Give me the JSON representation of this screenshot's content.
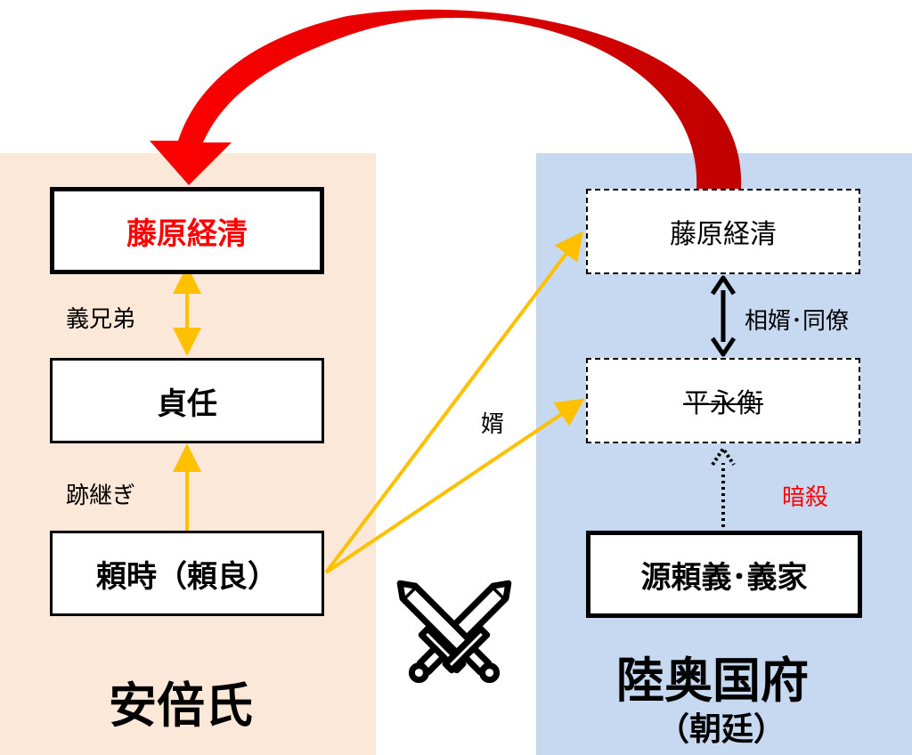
{
  "colors": {
    "left_panel_bg": "#fce8d9",
    "right_panel_bg": "#c6d9f0",
    "arrow_orange": "#ffc000",
    "arrow_red": "#ff0000",
    "arrow_red_dark": "#c00000",
    "highlight_red": "#ff0000",
    "border": "#000000"
  },
  "left": {
    "clan_name": "安倍氏",
    "boxes": {
      "fujiwara": "藤原経清",
      "sadato": "貞任",
      "yoritoki": "頼時（頼良）"
    },
    "labels": {
      "brothers_in_law": "義兄弟",
      "successor": "跡継ぎ"
    }
  },
  "right": {
    "clan_name": "陸奥国府",
    "clan_sub": "（朝廷）",
    "boxes": {
      "fujiwara": "藤原経清",
      "taira": "平永衡",
      "minamoto": "源頼義･義家"
    },
    "labels": {
      "colleague": "相婿･同僚",
      "assassination": "暗殺"
    }
  },
  "center": {
    "son_in_law_label": "婿",
    "conflict_icon": "crossed-swords-icon"
  }
}
